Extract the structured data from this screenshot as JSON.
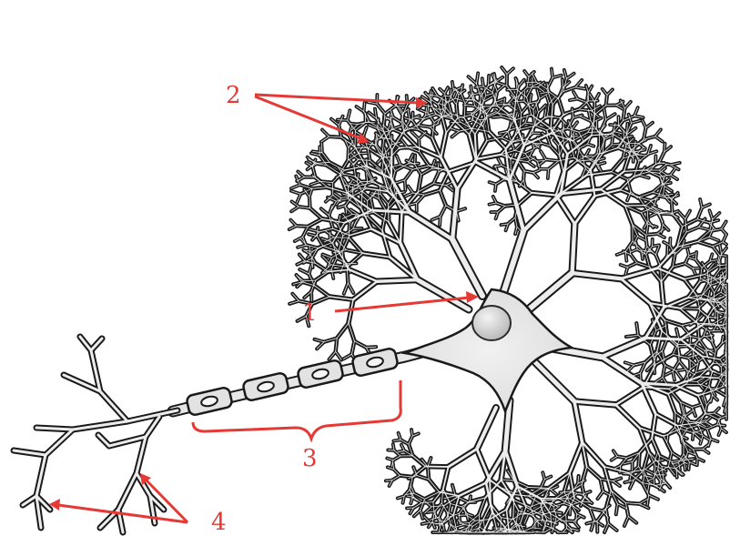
{
  "labels": {
    "one": "1",
    "two": "2",
    "three": "3",
    "four": "4"
  },
  "colors": {
    "annotation": "#e53935",
    "membrane_outline": "#1a1a1a",
    "cell_fill": "#e9e9e9",
    "background": "#ffffff"
  }
}
